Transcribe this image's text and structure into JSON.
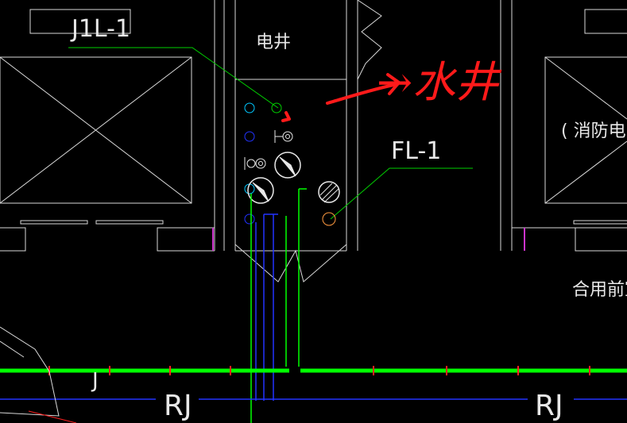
{
  "labels": {
    "j1l_tag": "J1L-1",
    "fl_tag": "FL-1",
    "electric_shaft": "电井",
    "water_shaft_handwritten": "→水井",
    "fire_electric_partial": "( 消防电",
    "shared_anteroom_partial": "合用前室",
    "pipe_j": "J",
    "pipe_rj_left": "RJ",
    "pipe_rj_right": "RJ"
  },
  "colors": {
    "background": "#000000",
    "wall": "#d9d9d9",
    "green_pipe": "#00ff00",
    "blue_pipe": "#2233ff",
    "red_tick": "#ff2020",
    "handwriting": "#ff1a1a",
    "cyan_riser": "#00c8ff",
    "orange_riser": "#ff9a40",
    "magenta_jamb": "#cc33cc"
  }
}
